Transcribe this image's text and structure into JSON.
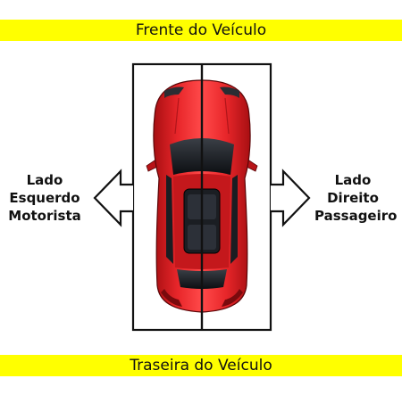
{
  "header": {
    "front_label": "Frente do Veículo"
  },
  "footer": {
    "rear_label": "Traseira do Veículo"
  },
  "left_side": {
    "line1": "Lado",
    "line2": "Esquerdo",
    "line3": "Motorista"
  },
  "right_side": {
    "line1": "Lado",
    "line2": "Direito",
    "line3": "Passageiro"
  },
  "colors": {
    "banner": "#ffff00",
    "car_body": "#e01e22",
    "divider": "#111111"
  },
  "icons": {
    "left": "arrow-left-icon",
    "right": "arrow-right-icon",
    "car": "car-top-view-icon"
  }
}
